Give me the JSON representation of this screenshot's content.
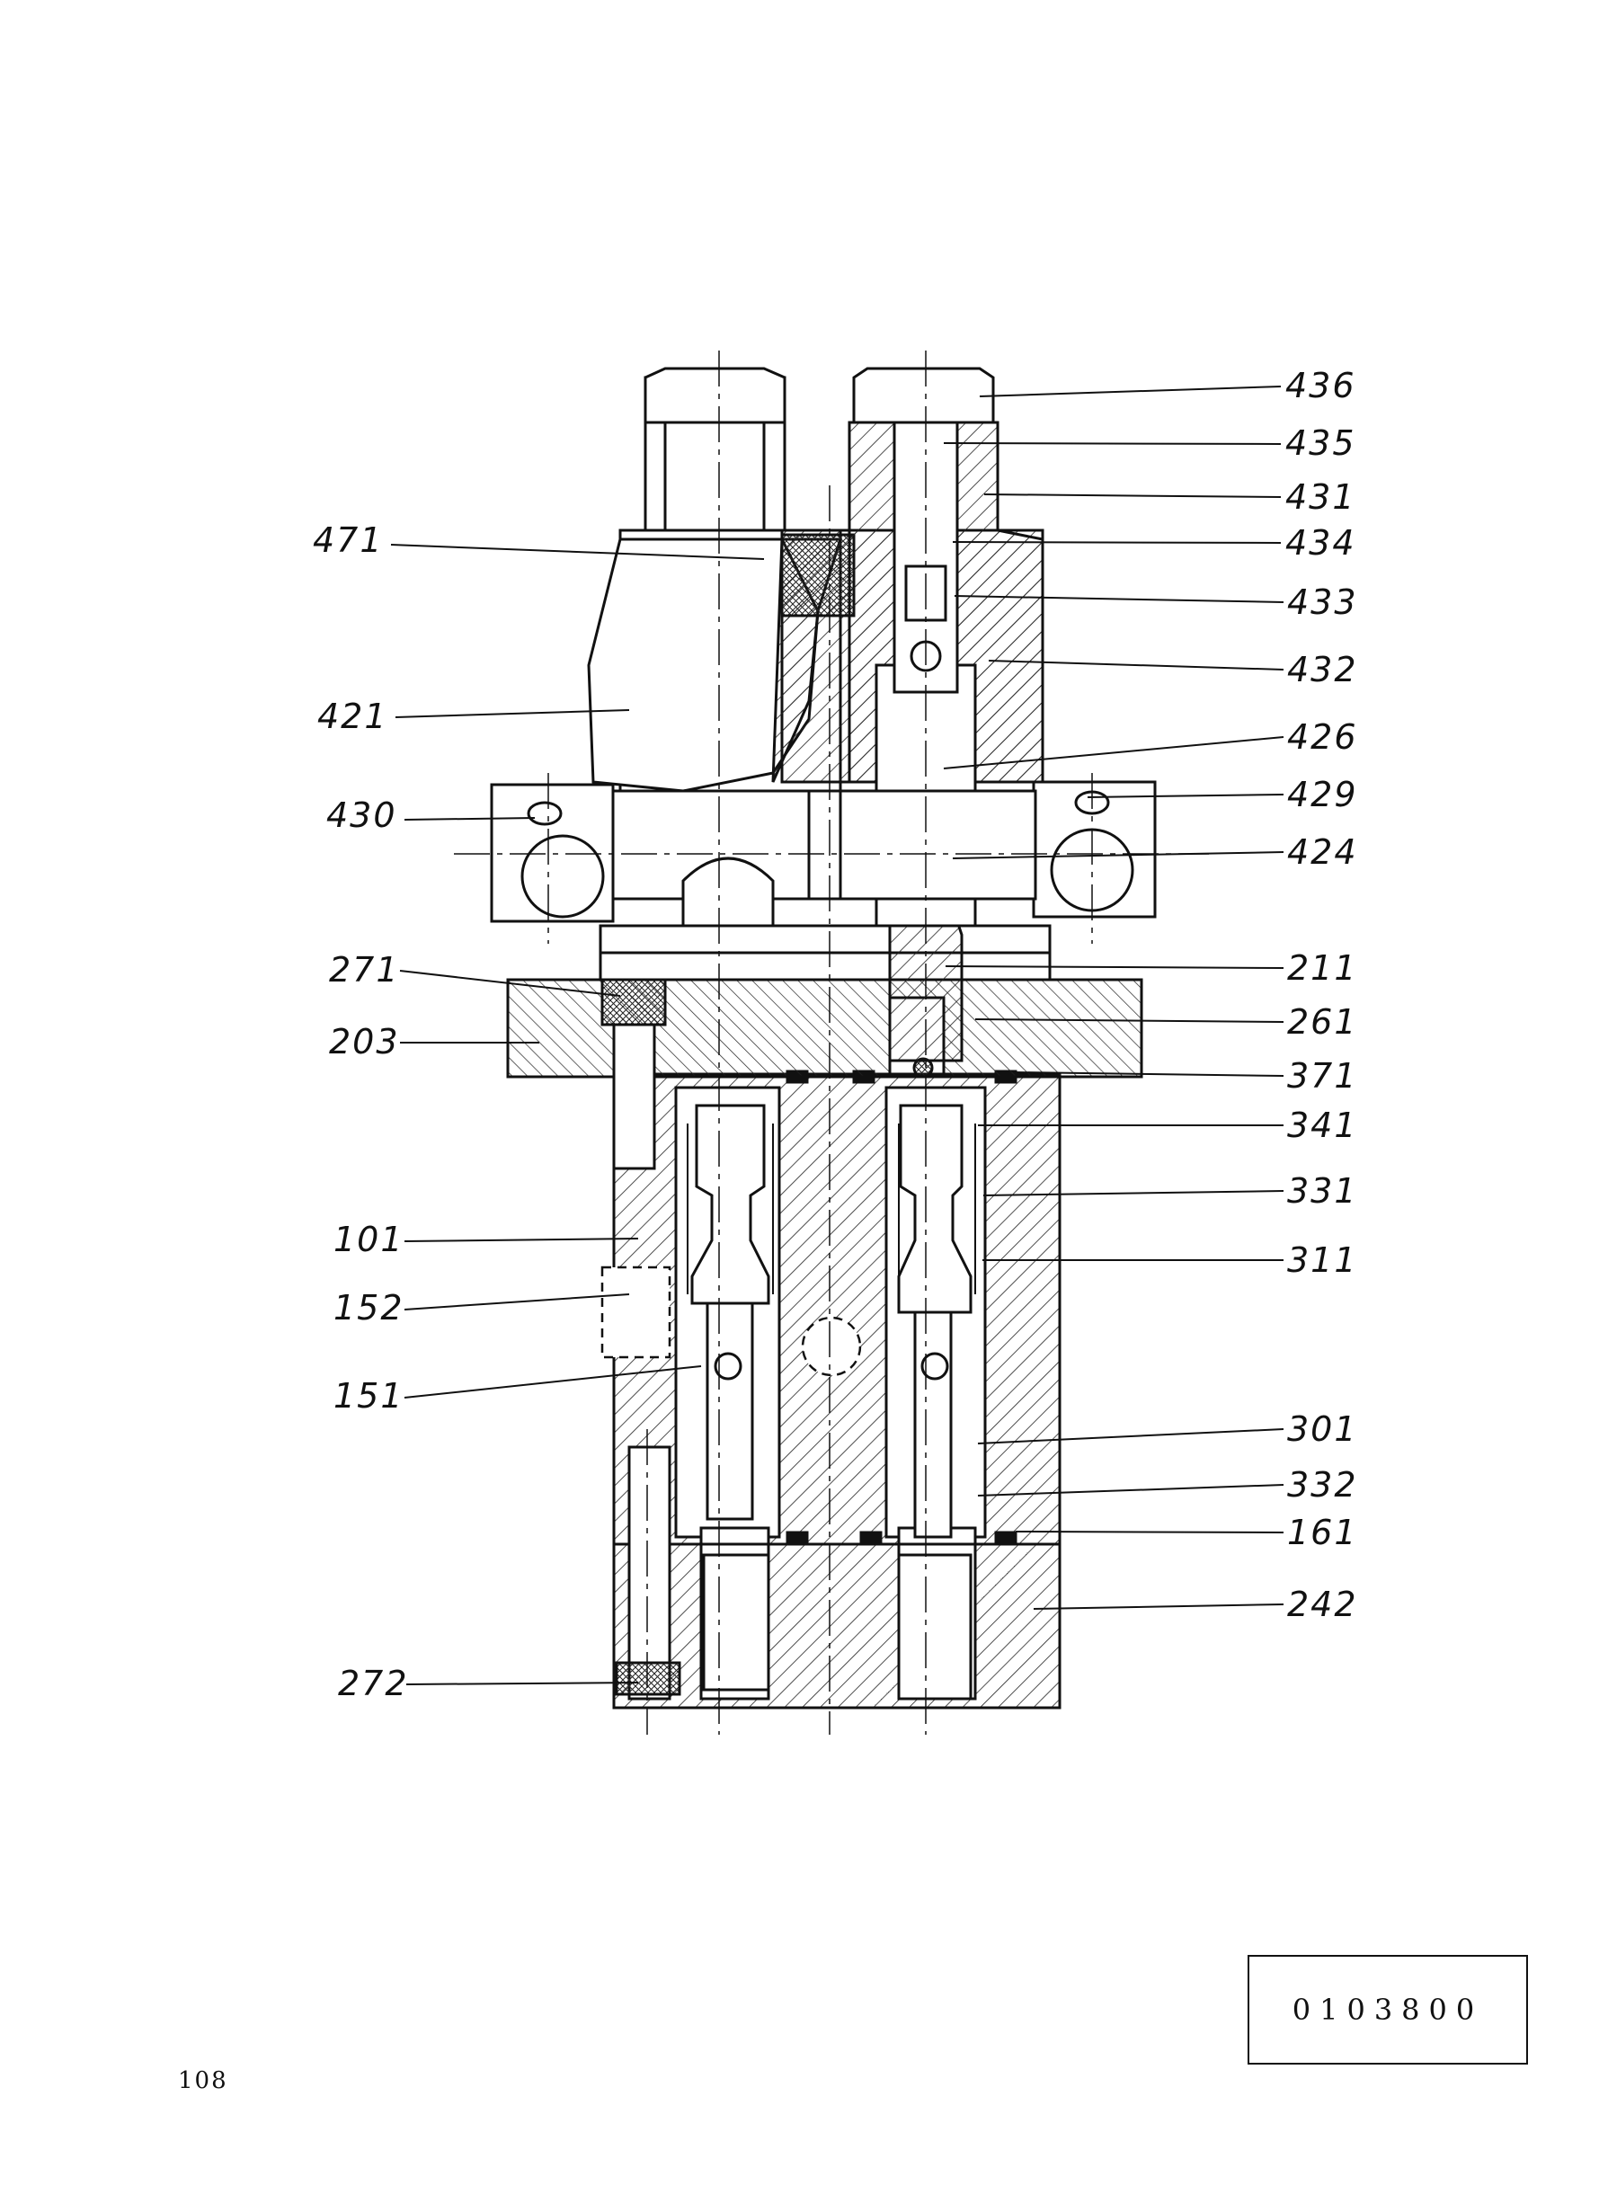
{
  "callouts_left": [
    "471",
    "421",
    "430",
    "271",
    "203",
    "101",
    "152",
    "151",
    "272"
  ],
  "callouts_right": [
    "436",
    "435",
    "431",
    "434",
    "433",
    "432",
    "426",
    "429",
    "424",
    "211",
    "261",
    "371",
    "341",
    "331",
    "311",
    "301",
    "332",
    "161",
    "242"
  ],
  "document_code": "0103800",
  "page_number": "108",
  "colors": {
    "ink": "#111111",
    "paper": "#ffffff"
  }
}
